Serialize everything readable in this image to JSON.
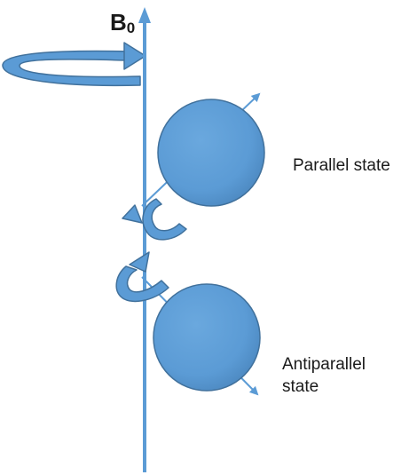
{
  "field_label": {
    "main": "B",
    "subscript": "0"
  },
  "states": {
    "parallel": "Parallel state",
    "antiparallel_line1": "Antiparallel",
    "antiparallel_line2": "state"
  },
  "colors": {
    "accent": "#5b9bd5",
    "accent_dark": "#41719c",
    "text": "#1a1a1a"
  }
}
